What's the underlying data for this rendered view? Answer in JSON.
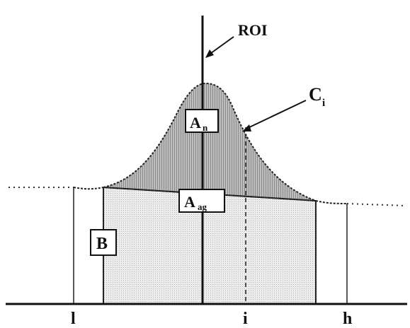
{
  "labels": {
    "roi": "ROI",
    "curve": "C",
    "curve_sub": "i",
    "peak_area": "A",
    "peak_area_sub": "n",
    "background_area": "A",
    "background_area_sub": "ag",
    "baseline": "B"
  },
  "axis_ticks": {
    "low": "l",
    "index": "i",
    "high": "h"
  }
}
